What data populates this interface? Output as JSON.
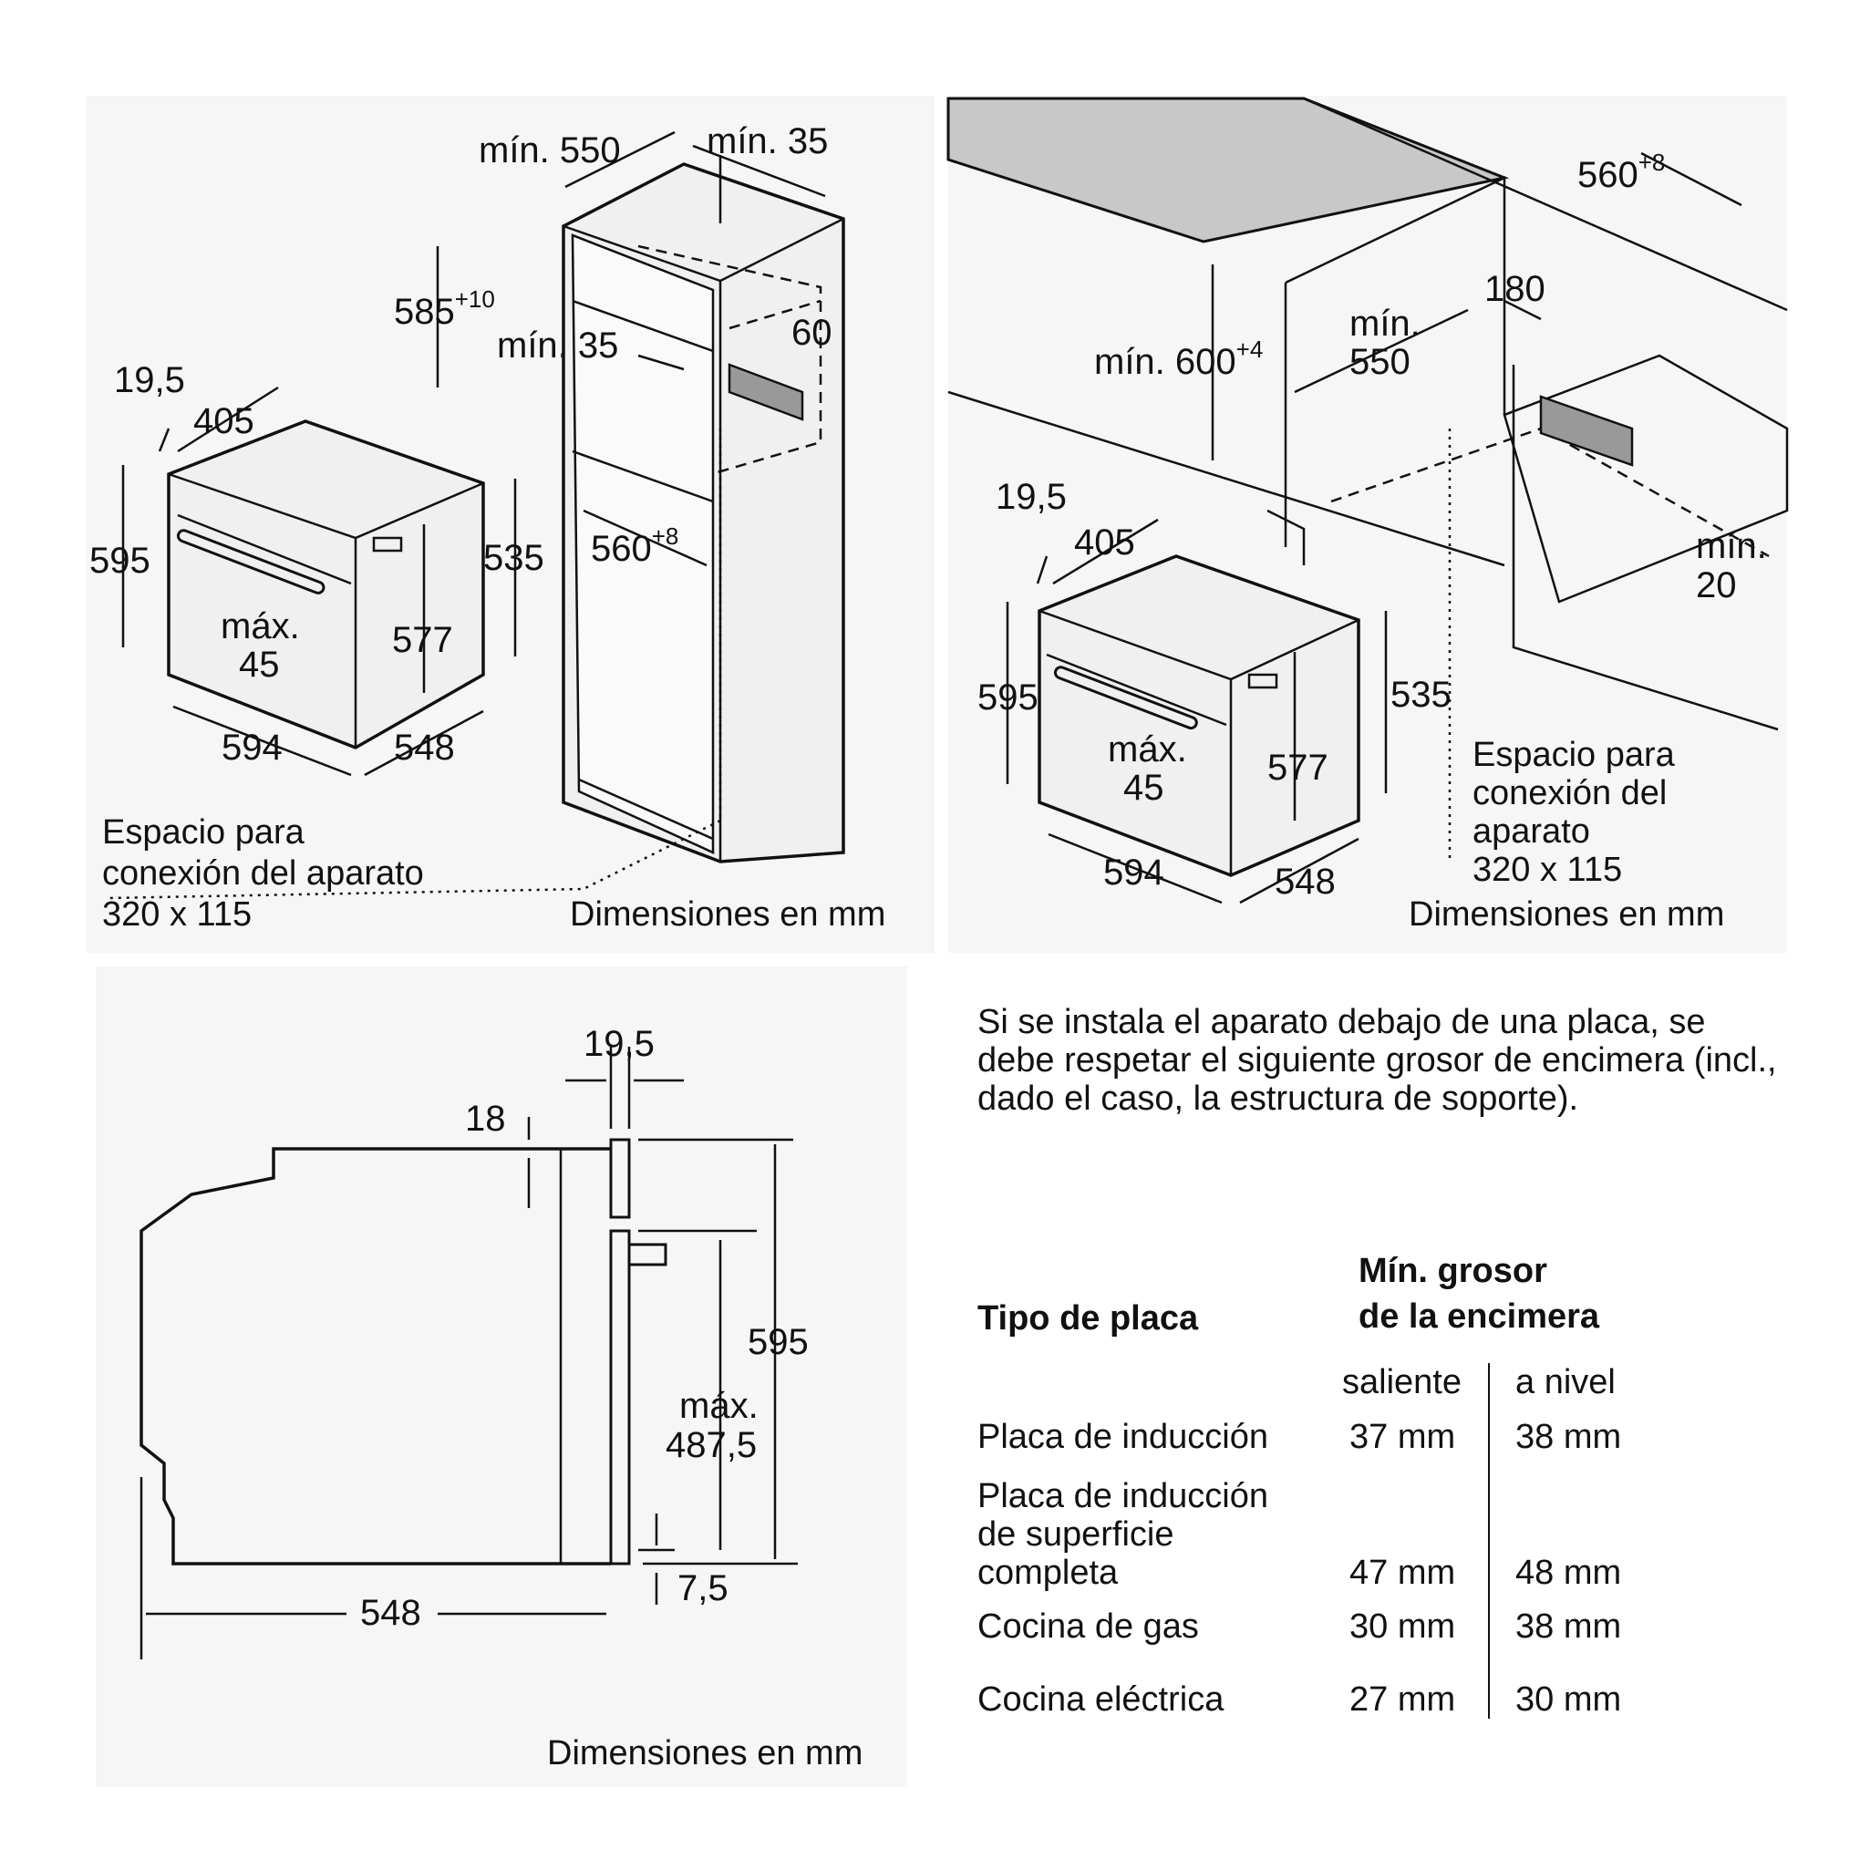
{
  "diagram1": {
    "dims": {
      "min550": "mín. 550",
      "min35_top": "mín. 35",
      "d585": "585",
      "d585_tol": "+10",
      "min35_mid": "mín. 35",
      "d60": "60",
      "d560": "560",
      "d560_tol": "+8",
      "d19_5": "19,5",
      "d405": "405",
      "d595": "595",
      "d535": "535",
      "max_label": "máx.",
      "max_val": "45",
      "d577": "577",
      "d594": "594",
      "d548": "548"
    },
    "connection_note": [
      "Espacio para",
      "conexión del aparato",
      "320 x 115"
    ],
    "units": "Dimensiones en mm"
  },
  "diagram2": {
    "dims": {
      "d560": "560",
      "d560_tol": "+8",
      "d180": "180",
      "min_label": "mín.",
      "min_val": "550",
      "min600": "mín. 600",
      "min600_tol": "+4",
      "d19_5": "19,5",
      "d405": "405",
      "min20_a": "mín.",
      "min20_b": "20",
      "d595": "595",
      "d535": "535",
      "max_label": "máx.",
      "max_val": "45",
      "d577": "577",
      "d594": "594",
      "d548": "548"
    },
    "connection_note": [
      "Espacio para",
      "conexión del",
      "aparato",
      "320 x 115"
    ],
    "units": "Dimensiones en mm"
  },
  "diagram3": {
    "dims": {
      "d19_5": "19,5",
      "d18": "18",
      "d595": "595",
      "max_label": "máx.",
      "max_val": "487,5",
      "d7_5": "7,5",
      "d548": "548"
    },
    "units": "Dimensiones en mm"
  },
  "table": {
    "intro": "Si se instala el aparato debajo de una placa, se debe respetar el siguiente grosor de encimera (incl., dado el caso, la estructura de soporte).",
    "col_type": "Tipo de placa",
    "col_min_1": "Mín. grosor",
    "col_min_2": "de la encimera",
    "sub_protruding": "saliente",
    "sub_flush": "a nivel",
    "rows": [
      {
        "type": [
          "Placa de inducción"
        ],
        "saliente": "37 mm",
        "nivel": "38 mm"
      },
      {
        "type": [
          "Placa de inducción",
          "de superficie",
          "completa"
        ],
        "saliente": "47 mm",
        "nivel": "48 mm"
      },
      {
        "type": [
          "Cocina de gas"
        ],
        "saliente": "30 mm",
        "nivel": "38 mm"
      },
      {
        "type": [
          "Cocina eléctrica"
        ],
        "saliente": "27 mm",
        "nivel": "30 mm"
      }
    ]
  }
}
